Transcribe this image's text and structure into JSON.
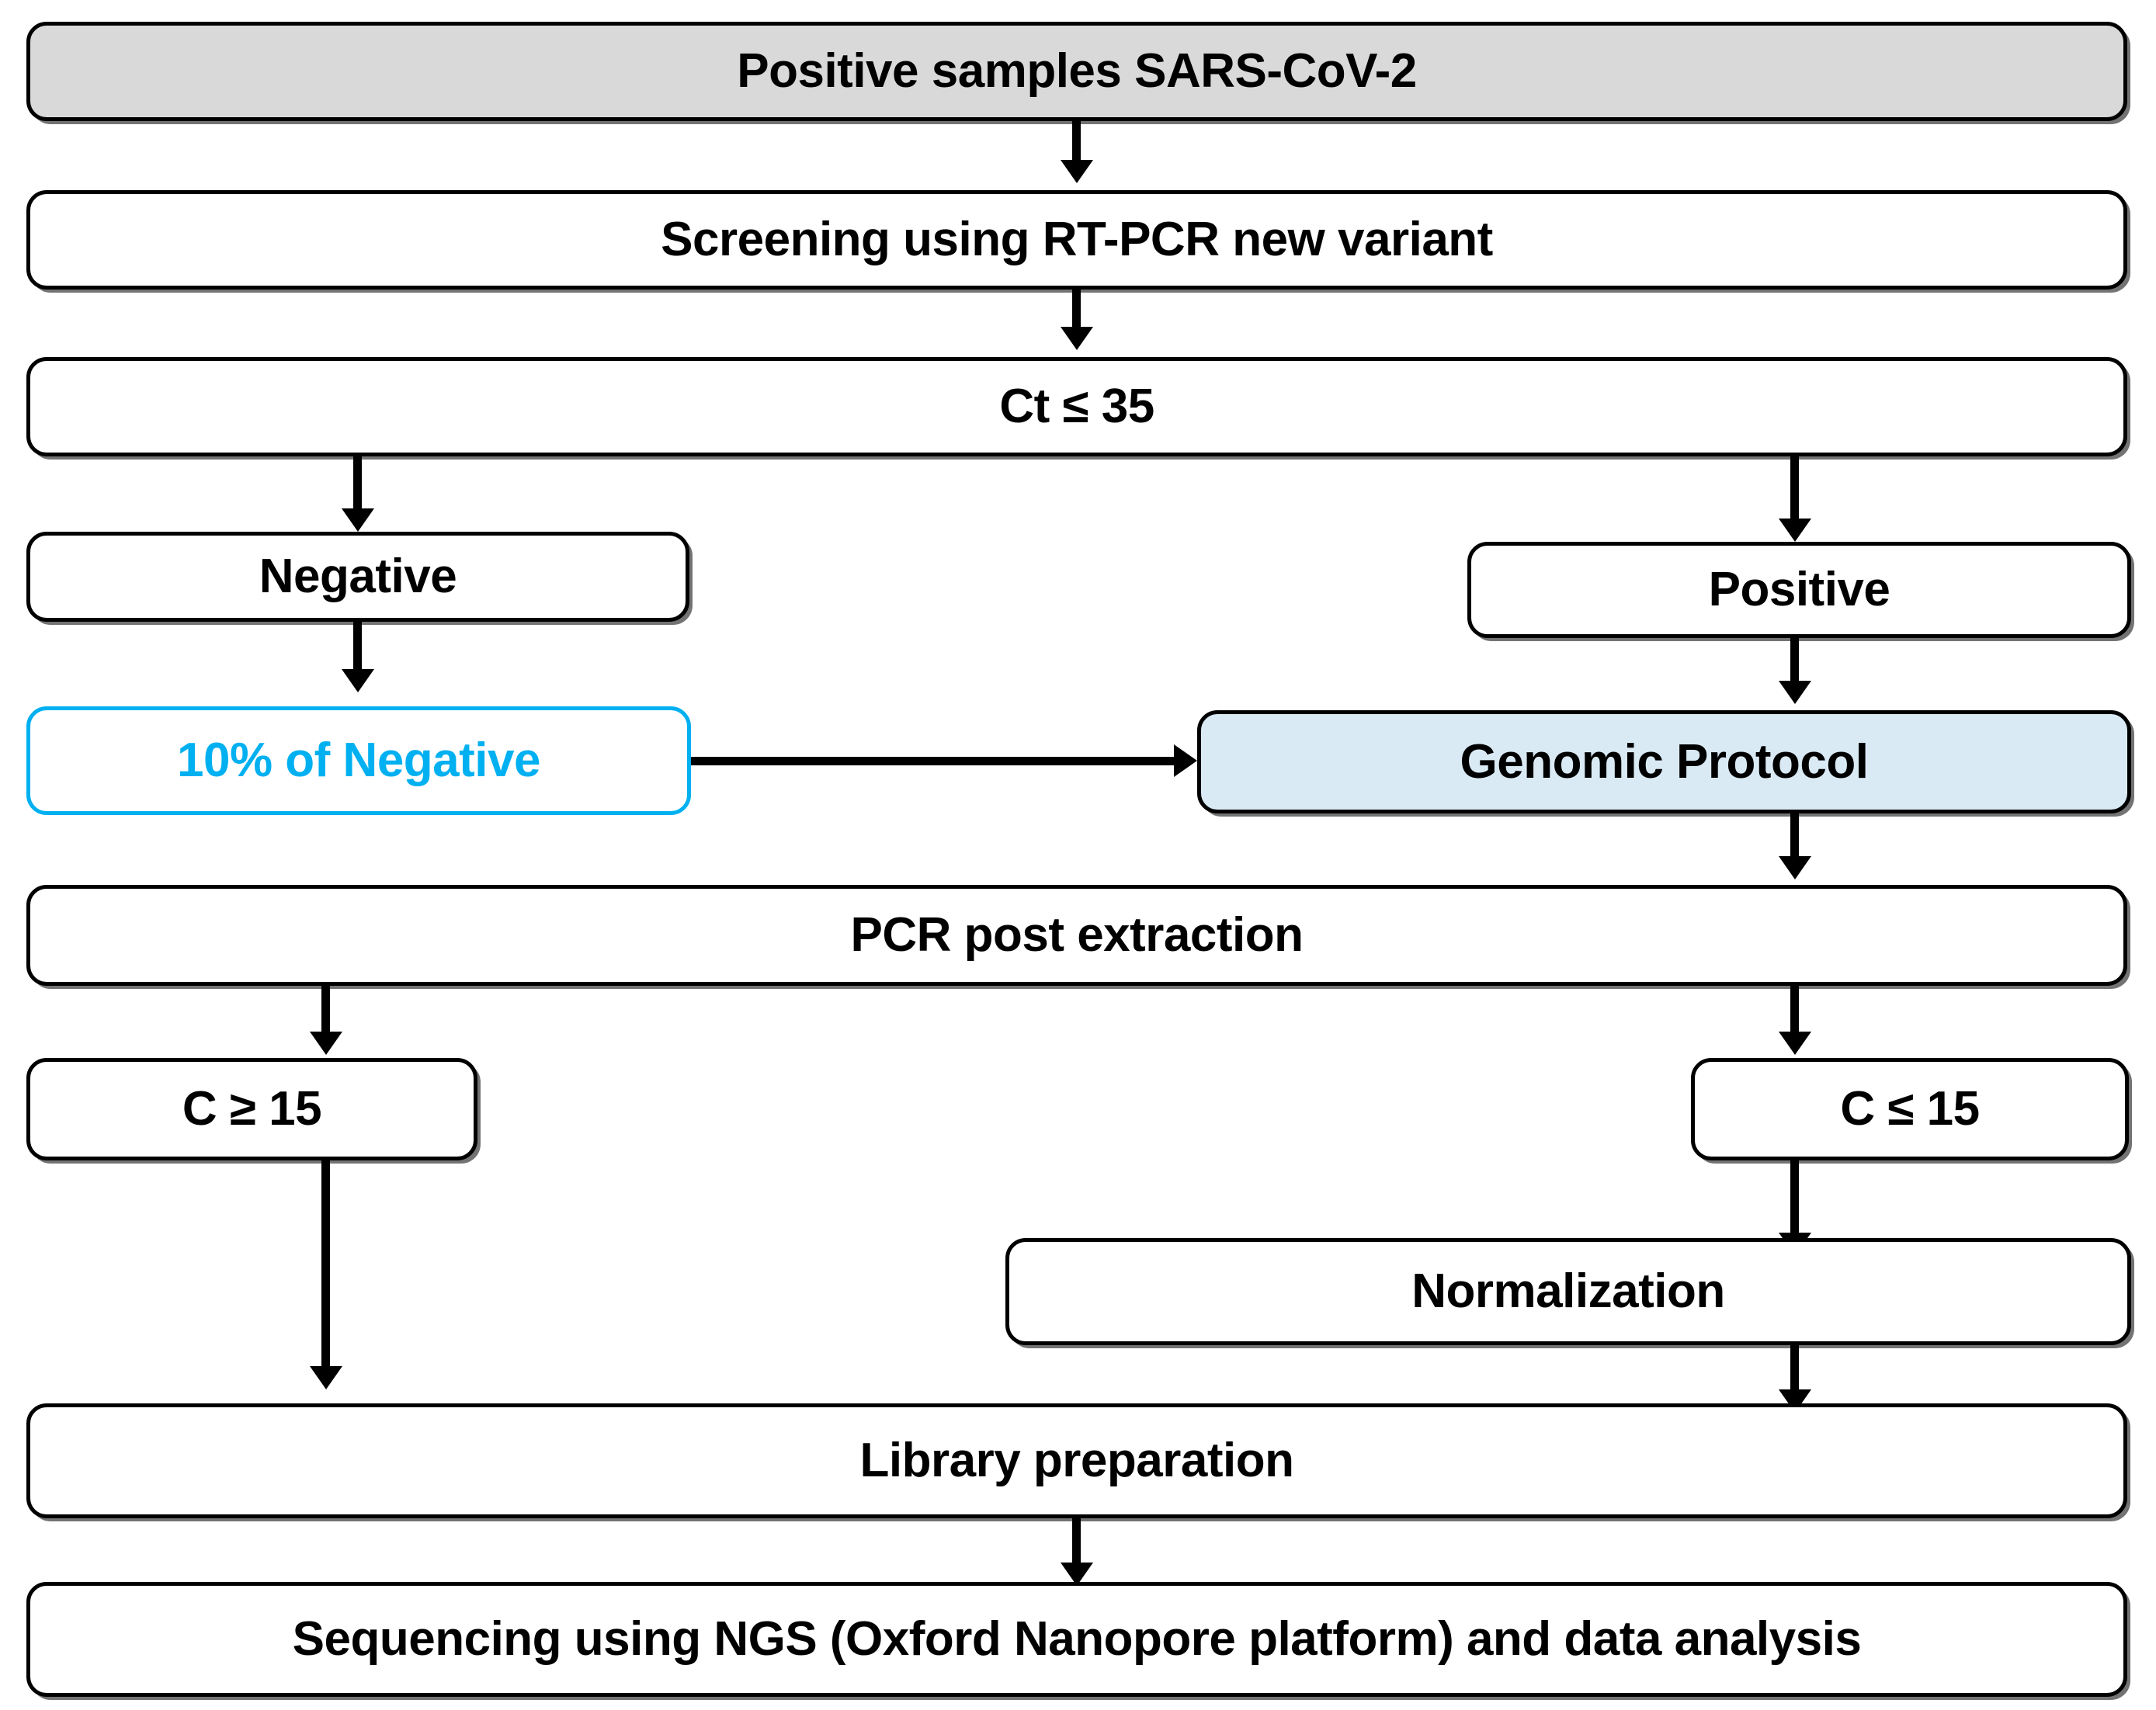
{
  "diagram": {
    "title": "SARS-CoV-2 sequencing workflow flowchart",
    "colors": {
      "line": "#000000",
      "box_border": "#000000",
      "header_fill": "#d9d9d9",
      "highlight_fill": "#daeaf5",
      "cyan_accent": "#00b0f0",
      "background": "#ffffff"
    },
    "nodes": {
      "positive_samples": "Positive samples SARS-CoV-2",
      "screening": "Screening using RT-PCR new variant",
      "ct_threshold": "Ct ≤ 35",
      "negative": "Negative",
      "positive": "Positive",
      "ten_percent_negative": "10% of Negative",
      "genomic_protocol": "Genomic Protocol",
      "pcr_post_extraction": "PCR post extraction",
      "c_ge_15": "C ≥ 15",
      "c_le_15": "C ≤  15",
      "normalization": "Normalization",
      "library_preparation": "Library preparation",
      "sequencing": "Sequencing using NGS (Oxford Nanopore platform) and data analysis"
    },
    "edges": [
      {
        "from": "positive_samples",
        "to": "screening",
        "kind": "arrow-down"
      },
      {
        "from": "screening",
        "to": "ct_threshold",
        "kind": "arrow-down"
      },
      {
        "from": "ct_threshold",
        "to": "negative",
        "kind": "arrow-down"
      },
      {
        "from": "ct_threshold",
        "to": "positive",
        "kind": "arrow-down"
      },
      {
        "from": "negative",
        "to": "ten_percent_negative",
        "kind": "arrow-down"
      },
      {
        "from": "positive",
        "to": "genomic_protocol",
        "kind": "arrow-down"
      },
      {
        "from": "ten_percent_negative",
        "to": "genomic_protocol",
        "kind": "arrow-right"
      },
      {
        "from": "genomic_protocol",
        "to": "pcr_post_extraction",
        "kind": "arrow-down"
      },
      {
        "from": "pcr_post_extraction",
        "to": "c_ge_15",
        "kind": "arrow-down"
      },
      {
        "from": "pcr_post_extraction",
        "to": "c_le_15",
        "kind": "arrow-down"
      },
      {
        "from": "c_le_15",
        "to": "normalization",
        "kind": "arrow-down"
      },
      {
        "from": "c_ge_15",
        "to": "library_preparation",
        "kind": "arrow-down"
      },
      {
        "from": "normalization",
        "to": "library_preparation",
        "kind": "arrow-down"
      },
      {
        "from": "library_preparation",
        "to": "sequencing",
        "kind": "arrow-down"
      }
    ]
  }
}
